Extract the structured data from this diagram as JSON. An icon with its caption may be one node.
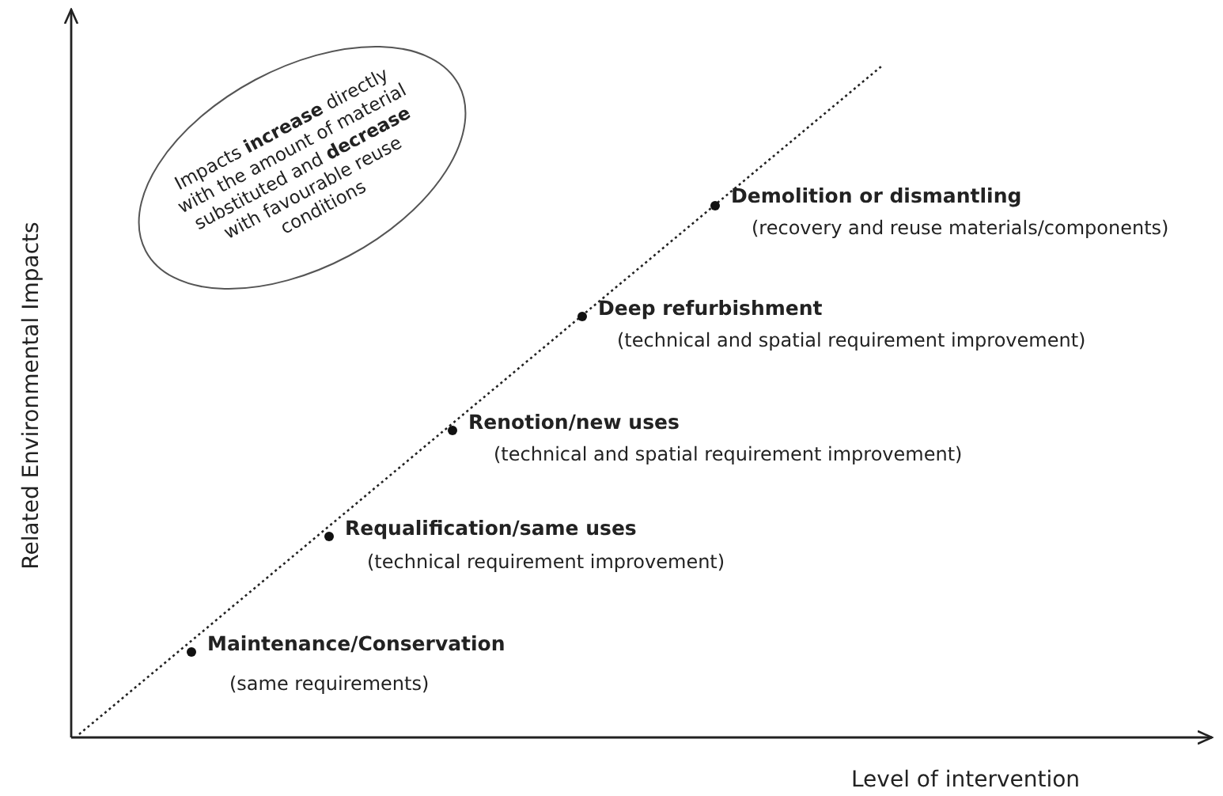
{
  "diagram": {
    "nodes": [
      {
        "text": [
          "Impacts **increase** directly with the amount of material substituted and **decrease** with favourable reuse conditions"
        ]
      }
    ],
    "labels": [
      "Related Environmental Impacts",
      "Demolition or dismantling",
      "(recovery and reuse materials/components)",
      "Deep refurbishment",
      "(technical and spatial requirement improvement)",
      "Renotion/new uses",
      "(technical and spatial requirement improvement)",
      "Requalification/same uses",
      "(technical requirement improvement)",
      "Maintenance/Conservation",
      "(same requirements)",
      "Level of intervention"
    ]
  }
}
